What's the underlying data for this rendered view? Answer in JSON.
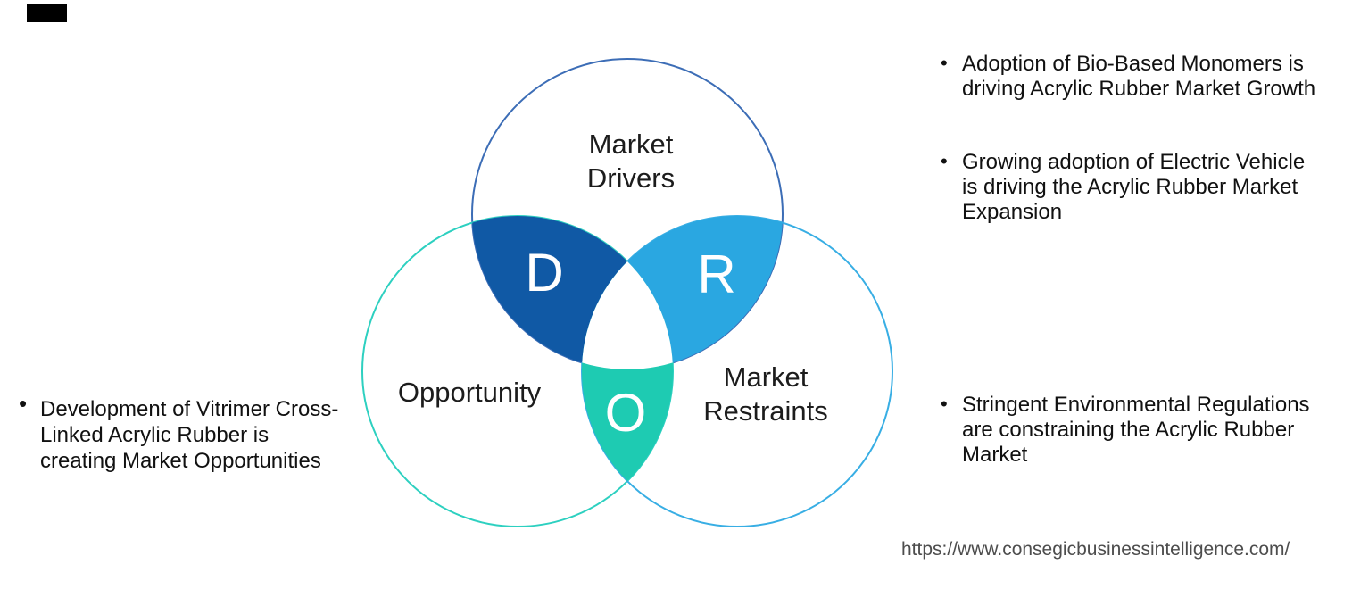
{
  "venn": {
    "drivers": {
      "label_line1": "Market",
      "label_line2": "Drivers",
      "letter": "D"
    },
    "restraints": {
      "label_line1": "Market",
      "label_line2": "Restraints",
      "letter": "R"
    },
    "opportunity": {
      "label": "Opportunity",
      "letter": "O"
    }
  },
  "colors": {
    "drivers_circle_stroke": "#3c6db6",
    "opportunity_circle_stroke": "#2dd0c0",
    "restraints_circle_stroke": "#38aee4",
    "drivers_lens_fill": "#1059a5",
    "restraints_lens_fill": "#2aa7e1",
    "opportunity_lens_fill": "#1ecbb2",
    "center_fill": "#ffffff",
    "letter_fill": "#ffffff",
    "corner_mark": "#000000"
  },
  "bullet_char": "•",
  "insights": {
    "left": {
      "lines": [
        "Development of Vitrimer Cross-",
        "Linked Acrylic Rubber is",
        "creating Market Opportunities"
      ]
    },
    "right": [
      {
        "lines": [
          "Adoption of Bio-Based Monomers is",
          "driving Acrylic Rubber Market Growth"
        ]
      },
      {
        "lines": [
          "Growing adoption of Electric Vehicle",
          "is driving the Acrylic Rubber Market",
          "Expansion"
        ]
      },
      {
        "lines": [
          "Stringent Environmental Regulations",
          "are constraining the Acrylic Rubber",
          "Market"
        ]
      }
    ]
  },
  "footer": {
    "url": "https://www.consegicbusinessintelligence.com/"
  }
}
